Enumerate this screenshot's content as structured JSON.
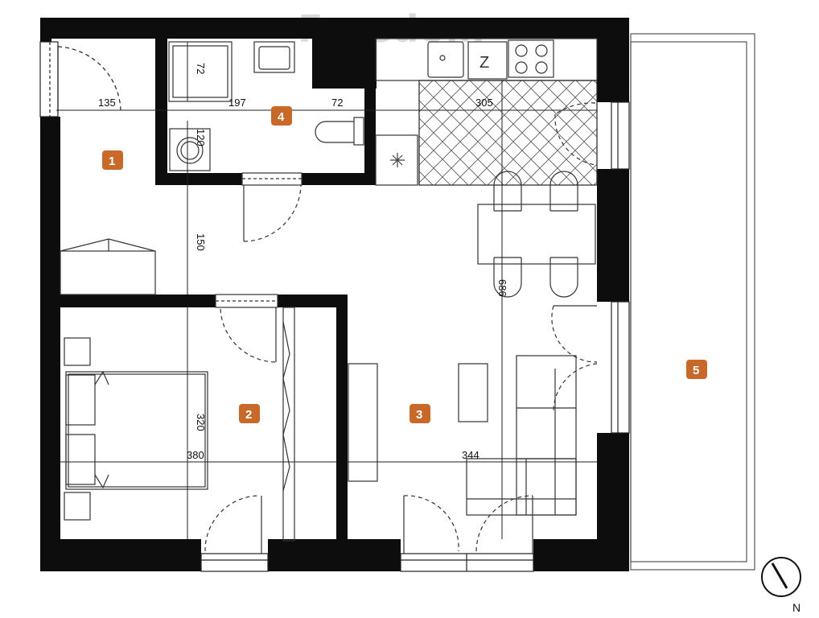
{
  "brand": {
    "watermark": "Freedom"
  },
  "badge_color": "#c8692a",
  "rooms": [
    {
      "id": "1"
    },
    {
      "id": "2"
    },
    {
      "id": "3"
    },
    {
      "id": "4"
    },
    {
      "id": "5"
    }
  ],
  "dimensions": {
    "hall_width": "135",
    "bath_width": "197",
    "wc_width": "72",
    "kitchen_width": "305",
    "shower_depth": "72",
    "bath_height": "120",
    "hall_depth": "150",
    "bedroom_depth": "320",
    "bedroom_width": "380",
    "living_width": "344",
    "living_depth": "686"
  },
  "compass": {
    "label": "N",
    "icon": "north-arrow-icon"
  }
}
